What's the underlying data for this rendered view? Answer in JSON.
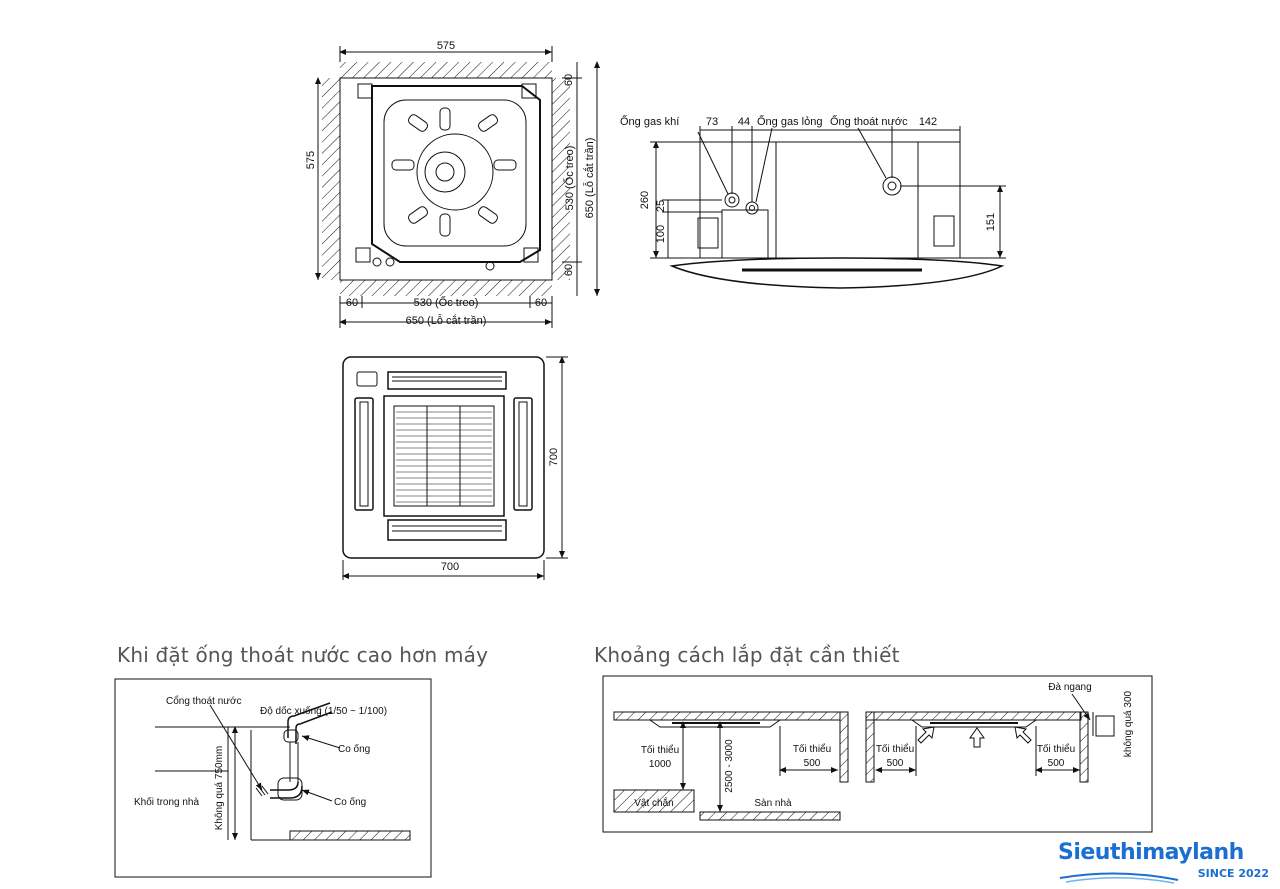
{
  "top_view": {
    "width_top": "575",
    "height_left": "575",
    "side_60_top": "60",
    "side_60_bottom": "60",
    "right_530": "530 (Ốc treo)",
    "right_650": "650 (Lỗ cắt trần)",
    "bottom_60_left": "60",
    "bottom_60_right": "60",
    "bottom_530": "530 (Ốc treo)",
    "bottom_650": "650 (Lỗ cắt trần)"
  },
  "side_view": {
    "gas_pipe": "Ống gas khí",
    "dim_73": "73",
    "dim_44": "44",
    "liquid_pipe": "Ống gas lỏng",
    "drain_pipe": "Ống thoát nước",
    "dim_142": "142",
    "dim_260": "260",
    "dim_25": "25",
    "dim_100": "100",
    "dim_151": "151"
  },
  "panel_view": {
    "height": "700",
    "width": "700"
  },
  "drain_section": {
    "heading": "Khi đặt ống thoát nước cao hơn máy",
    "drain_outlet": "Cổng thoát nước",
    "slope": "Độ dốc xuống (1/50 ~ 1/100)",
    "elbow_top": "Co ống",
    "elbow_bottom": "Co ống",
    "indoor_unit": "Khối trong nhà",
    "max_height": "Không quá 750mm"
  },
  "clearance_section": {
    "heading": "Khoảng cách lắp đặt cần thiết",
    "min_1000_a": "Tối thiểu",
    "min_1000_b": "1000",
    "range": "2500 - 3000",
    "obstacle": "Vật chắn",
    "floor": "Sàn nhà",
    "min_500_1a": "Tối thiểu",
    "min_500_1b": "500",
    "min_500_2a": "Tối thiểu",
    "min_500_2b": "500",
    "min_500_3a": "Tối thiểu",
    "min_500_3b": "500",
    "beam": "Đà ngang",
    "max_300": "không quá 300"
  },
  "logo": {
    "name": "Sieuthimaylanh",
    "since": "SINCE 2022"
  },
  "colors": {
    "line": "#111111",
    "heading": "#555555",
    "brand": "#1a6fd1"
  }
}
